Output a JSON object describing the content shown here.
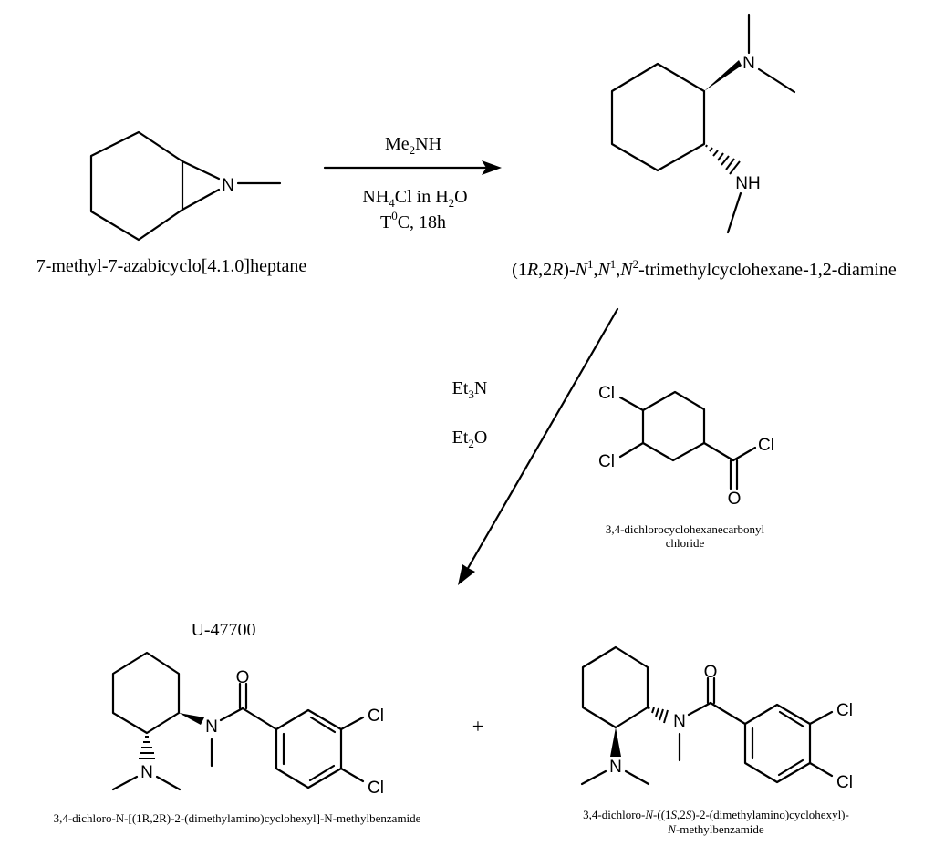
{
  "reactant": {
    "name": "7-methyl-7-azabicyclo[4.1.0]heptane",
    "atom_n": "N"
  },
  "step1": {
    "reagent_top_base": "Me",
    "reagent_top_sub": "2",
    "reagent_top_tail": "NH",
    "reagent_mid_a": "NH",
    "reagent_mid_sub1": "4",
    "reagent_mid_b": "Cl in H",
    "reagent_mid_sub2": "2",
    "reagent_mid_c": "O",
    "reagent_low_a": "T",
    "reagent_low_sup": "0",
    "reagent_low_b": "C, 18h"
  },
  "intermediate": {
    "atom_n": "N",
    "atom_nh": "NH",
    "name_p1": "(1",
    "name_r1": "R",
    "name_p2": ",2",
    "name_r2": "R",
    "name_p3": ")-",
    "name_n1": "N",
    "name_s1": "1",
    "name_p4": ",",
    "name_n2": "N",
    "name_s2": "1",
    "name_p5": ",",
    "name_n3": "N",
    "name_s3": "2",
    "name_p6": "-trimethylcyclohexane-1,2-diamine"
  },
  "step2": {
    "reagent1_a": "Et",
    "reagent1_sub": "3",
    "reagent1_b": "N",
    "reagent2_a": "Et",
    "reagent2_sub": "2",
    "reagent2_b": "O"
  },
  "acyl_chloride": {
    "atom_cl1": "Cl",
    "atom_cl2": "Cl",
    "atom_cl3": "Cl",
    "atom_o": "O",
    "name_line1": "3,4-dichlorocyclohexanecarbonyl",
    "name_line2": "chloride"
  },
  "product1": {
    "label": "U-47700",
    "atom_o": "O",
    "atom_n_amide": "N",
    "atom_n_amine": "N",
    "atom_cl1": "Cl",
    "atom_cl2": "Cl",
    "name": "3,4-dichloro-N-[(1R,2R)-2-(dimethylamino)cyclohexyl]-N-methylbenzamide"
  },
  "plus": "+",
  "product2": {
    "atom_o": "O",
    "atom_n_amide": "N",
    "atom_n_amine": "N",
    "atom_cl1": "Cl",
    "atom_cl2": "Cl",
    "name_a": "3,4-dichloro-",
    "name_b": "N",
    "name_c": "-((1",
    "name_d": "S",
    "name_e": ",2",
    "name_f": "S",
    "name_g": ")-2-(dimethylamino)cyclohexyl)-",
    "name_h": "N",
    "name_i": "-methylbenzamide"
  }
}
